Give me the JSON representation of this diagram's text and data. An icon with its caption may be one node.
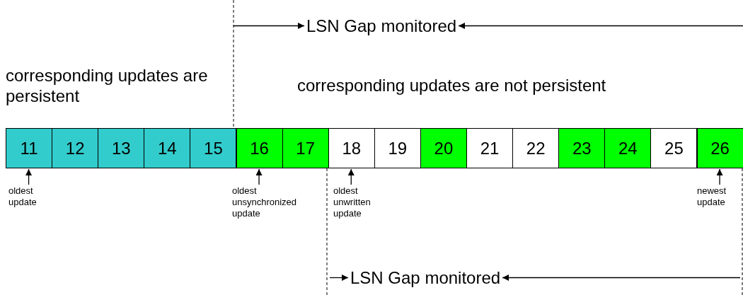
{
  "diagram": {
    "nodes": [
      {
        "text": [
          "11"
        ]
      },
      {
        "text": [
          "12"
        ]
      },
      {
        "text": [
          "13"
        ]
      },
      {
        "text": [
          "14"
        ]
      },
      {
        "text": [
          "15"
        ]
      },
      {
        "text": [
          "16"
        ]
      },
      {
        "text": [
          "17"
        ]
      },
      {
        "text": [
          "18"
        ]
      },
      {
        "text": [
          "19"
        ]
      },
      {
        "text": [
          "20"
        ]
      },
      {
        "text": [
          "21"
        ]
      },
      {
        "text": [
          "22"
        ]
      },
      {
        "text": [
          "23"
        ]
      },
      {
        "text": [
          "24"
        ]
      },
      {
        "text": [
          "25"
        ]
      },
      {
        "text": [
          "26"
        ]
      },
      {
        "text": [
          "oldest update"
        ]
      },
      {
        "text": [
          "oldest unsynchronized update"
        ]
      },
      {
        "text": [
          "oldest unwritten update"
        ]
      },
      {
        "text": [
          "newest update"
        ]
      }
    ],
    "edges": [
      {
        "from": 16,
        "to": 0,
        "arrow": "to"
      },
      {
        "from": 17,
        "to": 5,
        "arrow": "to"
      },
      {
        "from": 18,
        "to": 7,
        "arrow": "to"
      },
      {
        "from": 19,
        "to": 15,
        "arrow": "to"
      }
    ],
    "labels": [
      "LSN Gap monitored",
      "corresponding updates are persistent",
      "corresponding updates are not persistent",
      "LSN Gap monitored"
    ]
  }
}
